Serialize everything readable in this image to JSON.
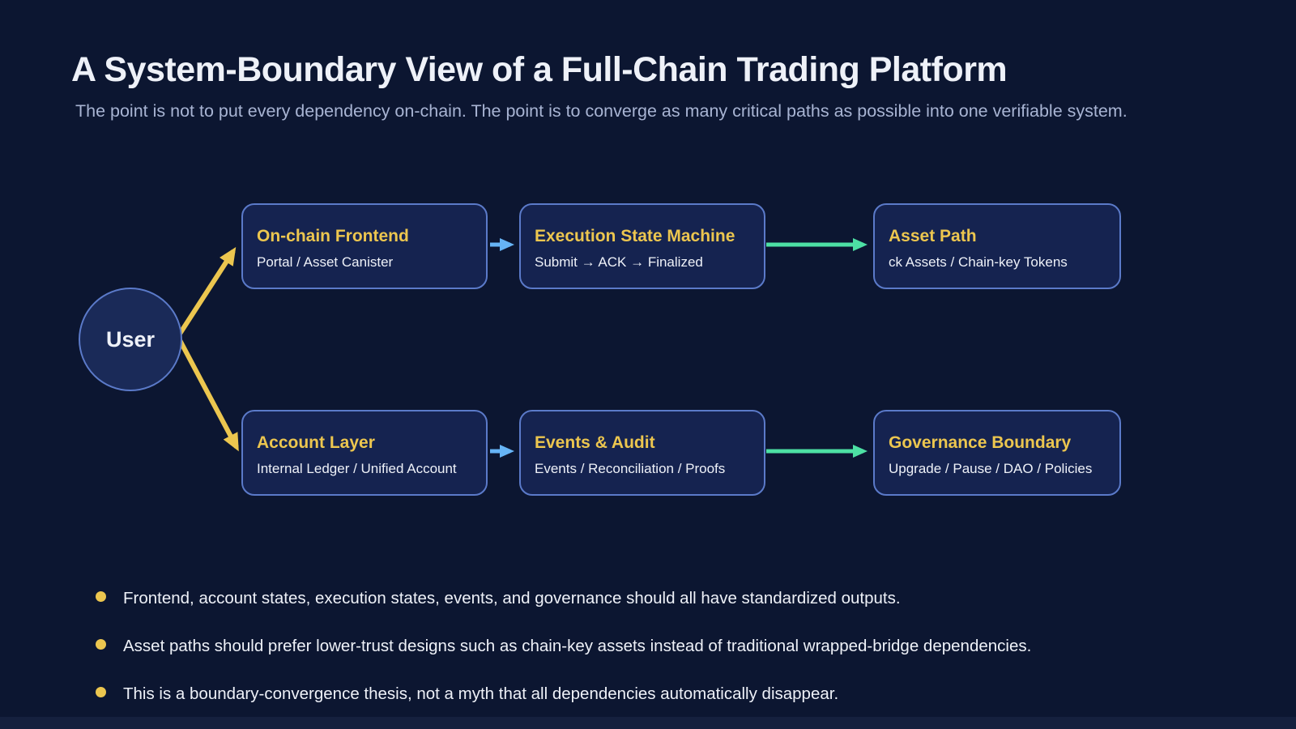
{
  "header": {
    "title": "A System-Boundary View of a Full-Chain Trading Platform",
    "subtitle": "The point is not to put every dependency on-chain. The point is to converge as many critical paths as possible into one verifiable system."
  },
  "user": {
    "label": "User"
  },
  "nodes": [
    {
      "id": "on-chain-frontend",
      "title": "On-chain Frontend",
      "subtitle": "Portal / Asset Canister"
    },
    {
      "id": "execution-state-machine",
      "title": "Execution State Machine",
      "subtitle": "Submit → ACK → Finalized"
    },
    {
      "id": "asset-path",
      "title": "Asset Path",
      "subtitle": "ck Assets / Chain-key Tokens"
    },
    {
      "id": "account-layer",
      "title": "Account Layer",
      "subtitle": "Internal Ledger / Unified Account"
    },
    {
      "id": "events-audit",
      "title": "Events & Audit",
      "subtitle": "Events / Reconciliation / Proofs"
    },
    {
      "id": "governance-boundary",
      "title": "Governance Boundary",
      "subtitle": "Upgrade / Pause / DAO / Policies"
    }
  ],
  "bullets": [
    "Frontend, account states, execution states, events, and governance should all have standardized outputs.",
    "Asset paths should prefer lower-trust designs such as chain-key assets instead of traditional wrapped-bridge dependencies.",
    "This is a boundary-convergence thesis, not a myth that all dependencies automatically disappear."
  ],
  "colors": {
    "background": "#0c1631",
    "node_fill": "#152350",
    "node_border": "#5b7ac9",
    "circle_fill": "#1a2a58",
    "accent_gold": "#ecc64f",
    "arrow_blue": "#66b4f6",
    "arrow_green": "#4de0a4",
    "text_primary": "#eef1f8",
    "text_secondary": "#a8b4d3",
    "bottom_band": "#15203e"
  }
}
